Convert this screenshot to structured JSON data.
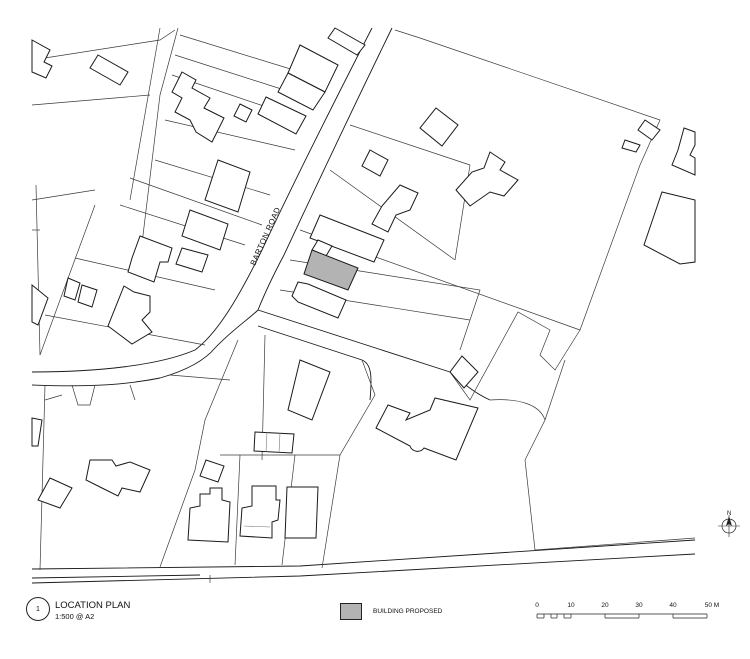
{
  "map": {
    "road_label": "BARTON ROAD",
    "north_label": "N",
    "proposed_color": "#b3b3b3"
  },
  "title_block": {
    "number": "1",
    "title": "LOCATION PLAN",
    "scale": "1:500 @ A2"
  },
  "legend": {
    "label": "BUILDING PROPOSED",
    "swatch_color": "#b3b3b3"
  },
  "scale_bar": {
    "unit": "M",
    "ticks": [
      "0",
      "10",
      "20",
      "30",
      "40",
      "50 M"
    ],
    "values": [
      0,
      10,
      20,
      30,
      40,
      50
    ]
  }
}
